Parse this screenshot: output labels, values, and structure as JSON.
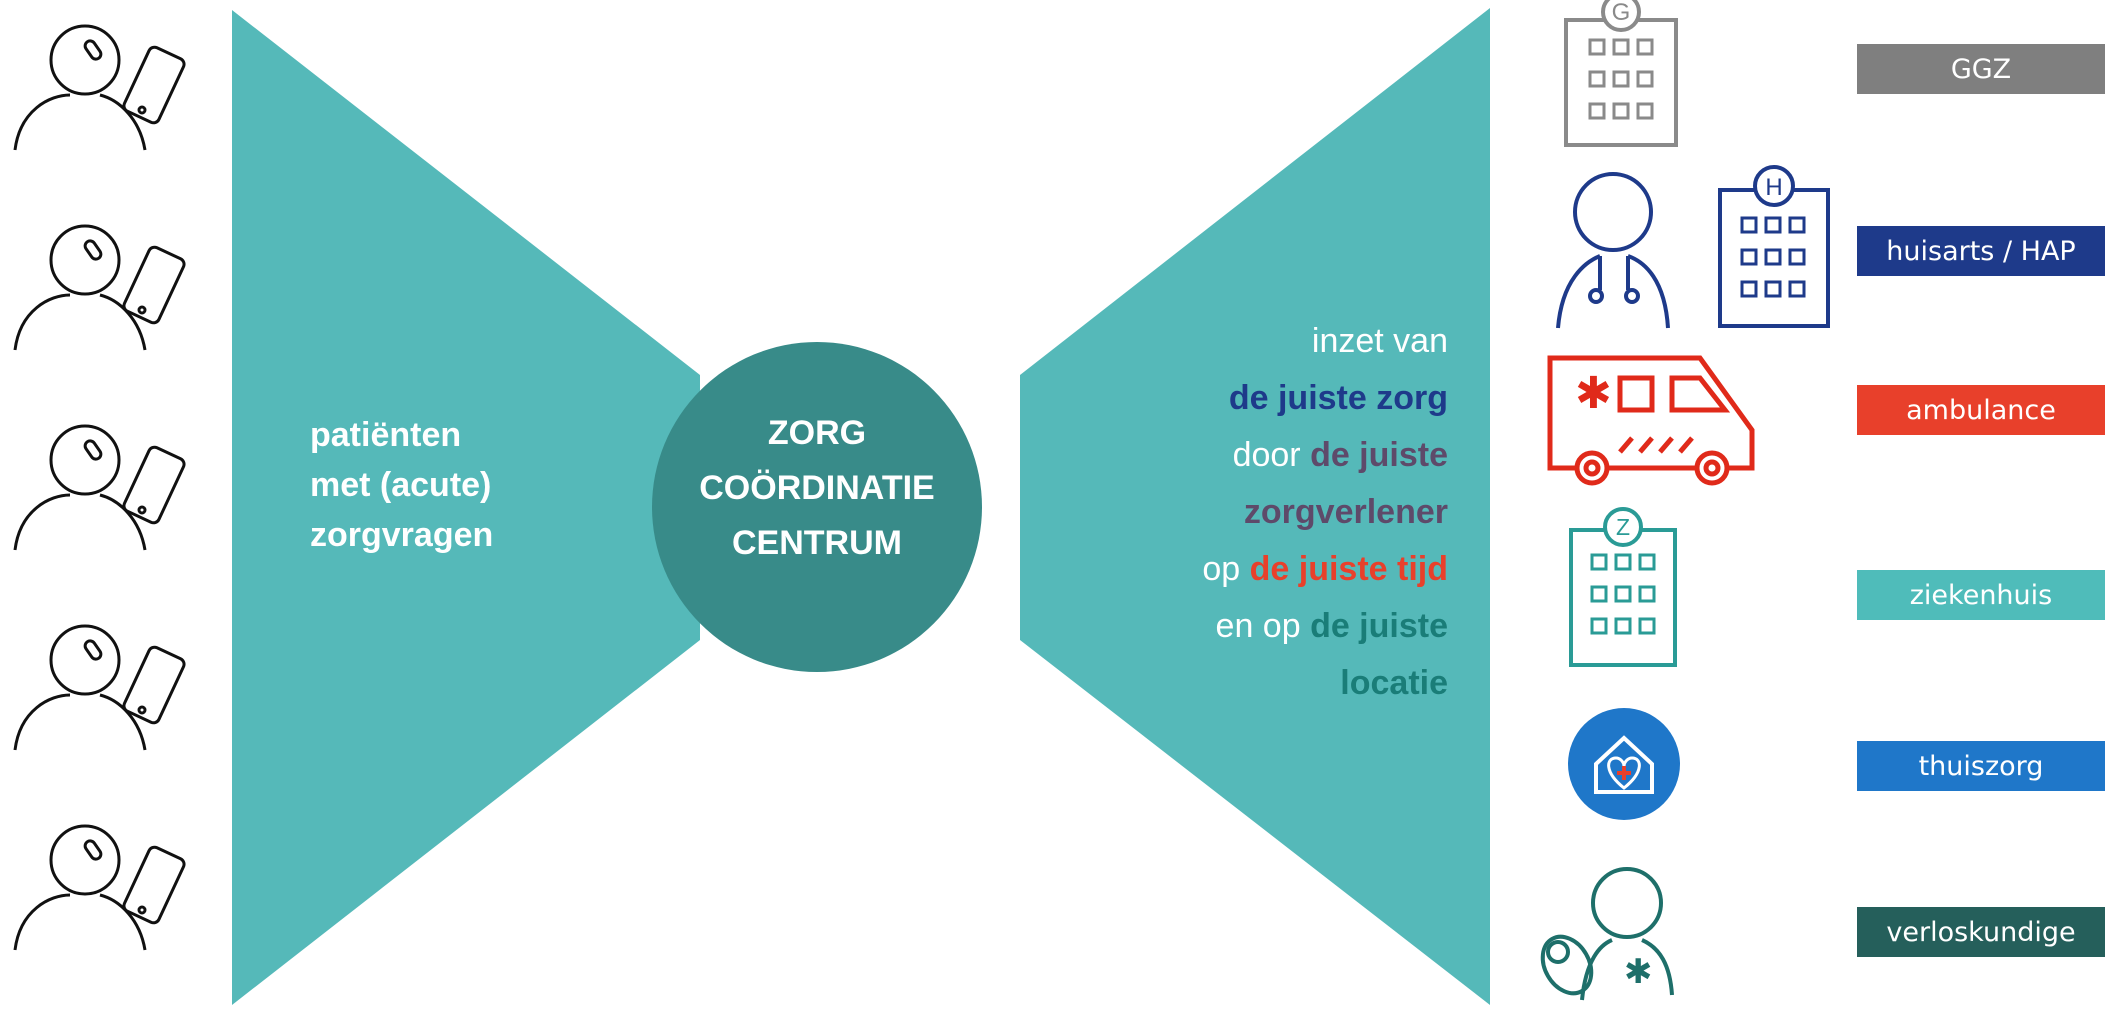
{
  "colors": {
    "teal_light": "#55b9b9",
    "teal_dark": "#388b89",
    "gray": "#7f7f7f",
    "navy": "#1e3a8a",
    "red": "#e8402b",
    "light_teal": "#4fbcba",
    "blue": "#1f77c9",
    "dark_green": "#255f5b",
    "purple": "#5e4a6a"
  },
  "left_text": {
    "line1": "patiënten",
    "line2": "met (acute)",
    "line3": "zorgvragen"
  },
  "center": {
    "line1": "ZORG",
    "line2": "COÖRDINATIE",
    "line3": "CENTRUM"
  },
  "right_text": {
    "l1": "inzet van",
    "l2": "de juiste zorg",
    "l3a": "door ",
    "l3b": "de juiste",
    "l4": "zorgverlener",
    "l5a": "op ",
    "l5b": "de juiste tijd",
    "l6a": "en op ",
    "l6b": "de juiste",
    "l7": "locatie"
  },
  "providers": [
    {
      "label": "GGZ",
      "icon": "hospital-g-icon",
      "color": "#7f7f7f"
    },
    {
      "label": "huisarts / HAP",
      "icon": "doctor-hospital-h-icon",
      "color": "#1e3a8a"
    },
    {
      "label": "ambulance",
      "icon": "ambulance-icon",
      "color": "#e8402b"
    },
    {
      "label": "ziekenhuis",
      "icon": "hospital-z-icon",
      "color": "#4fbcba"
    },
    {
      "label": "thuiszorg",
      "icon": "home-heart-icon",
      "color": "#1f77c9"
    },
    {
      "label": "verloskundige",
      "icon": "midwife-icon",
      "color": "#255f5b"
    }
  ],
  "patient_icons": [
    "person-phone-icon",
    "person-phone-icon",
    "person-phone-icon",
    "person-phone-icon",
    "person-phone-icon"
  ]
}
